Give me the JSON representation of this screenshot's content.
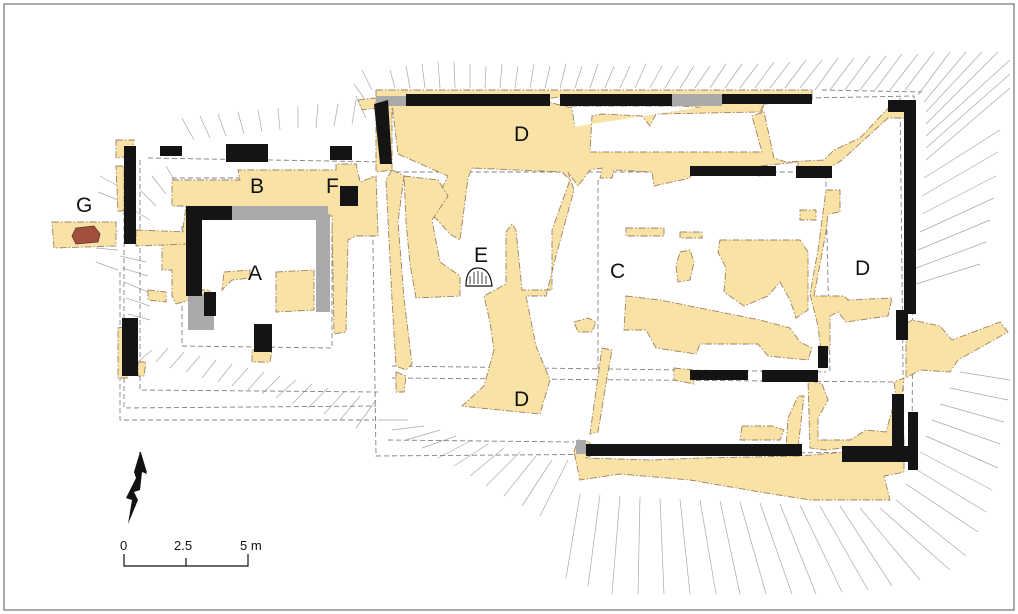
{
  "labels": {
    "A": "A",
    "B": "B",
    "C": "C",
    "D_top": "D",
    "D_right": "D",
    "D_bottom": "D",
    "E": "E",
    "F": "F",
    "G": "G"
  },
  "scale_bar": {
    "tick0": "0",
    "tick1": "2.5",
    "tick2": "5 m"
  },
  "north_arrow": {
    "symbol": "north-arrow"
  },
  "colors": {
    "floor": "#f8e2a5",
    "wall": "#141414",
    "restored_wall": "#aaaaaa",
    "feature_g": "#a0503c",
    "frame": "#555555"
  }
}
